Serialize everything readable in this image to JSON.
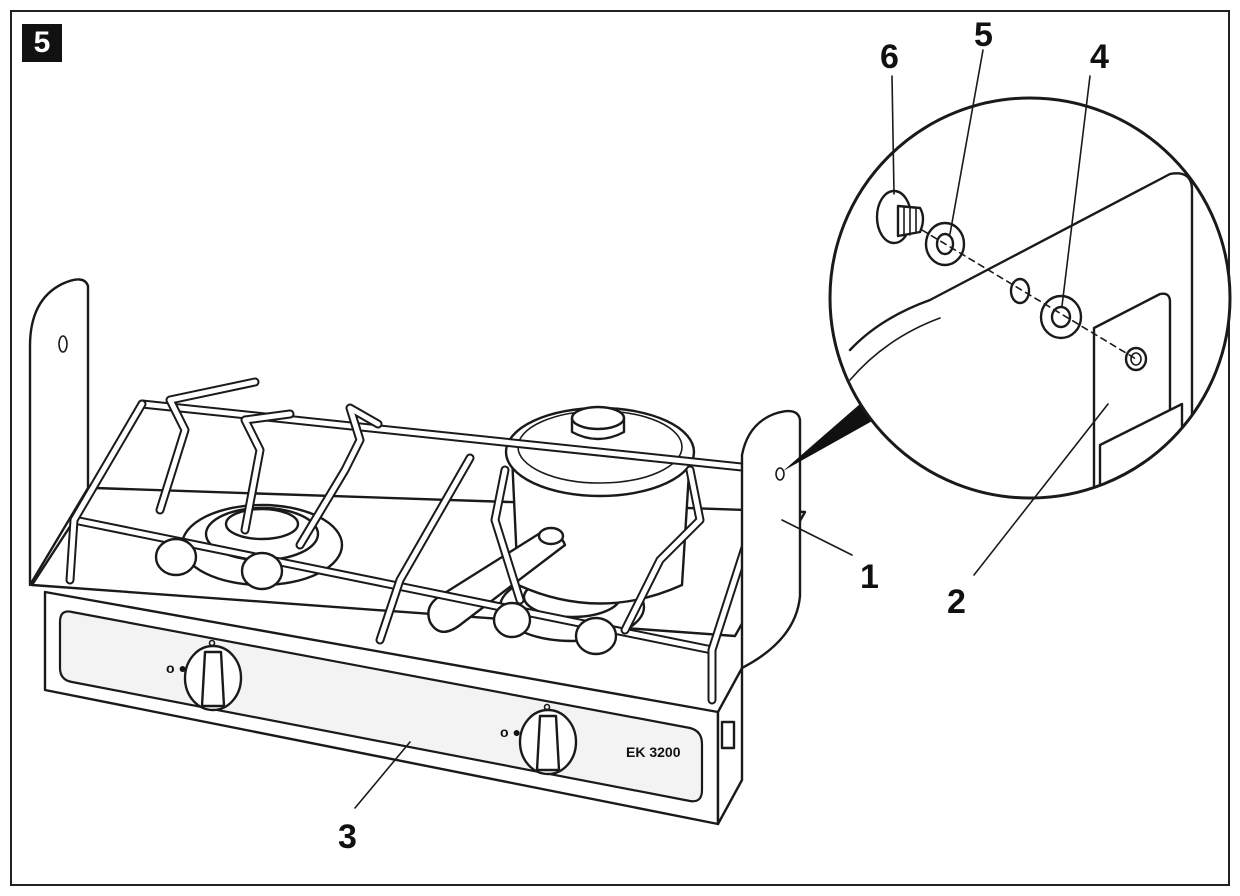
{
  "figure": {
    "number": "5"
  },
  "model_label": "EK 3200",
  "callouts": {
    "c1": "1",
    "c2": "2",
    "c3": "3",
    "c4": "4",
    "c5": "5",
    "c6": "6"
  }
}
